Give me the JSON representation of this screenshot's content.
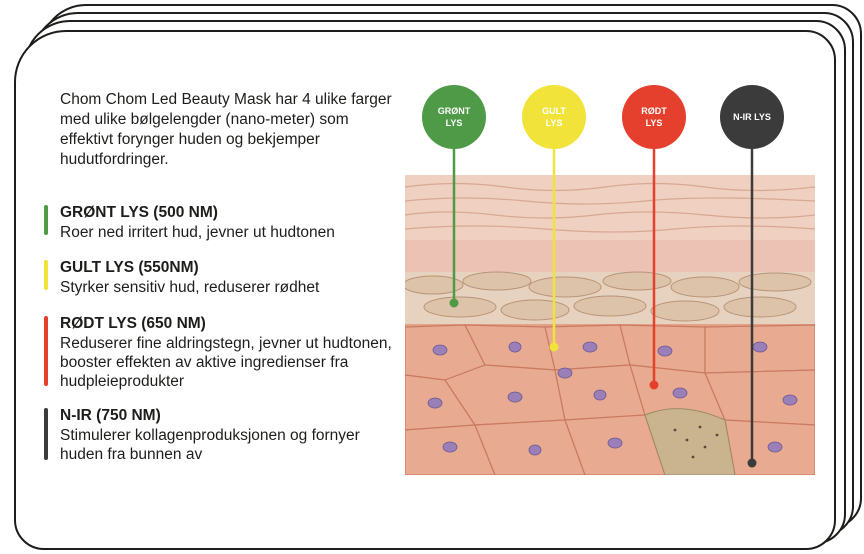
{
  "intro": "Chom Chom Led Beauty Mask har 4 ulike farger med ulike bølgelengder (nano-meter) som effektivt forynger huden og bekjemper hudutfordringer.",
  "lights": [
    {
      "title": "GRØNT LYS (500 NM)",
      "description": "Roer ned irritert hud, jevner ut hudtonen",
      "color": "#4f9a46",
      "marker_label": "GRØNT LYS"
    },
    {
      "title": "GULT LYS (550NM)",
      "description": "Styrker sensitiv hud, reduserer rødhet",
      "color": "#f2e33b",
      "marker_label": "GULT LYS"
    },
    {
      "title": "RØDT LYS (650 NM)",
      "description": "Reduserer fine aldringstegn, jevner ut hudtonen, booster effekten av aktive ingredienser fra hudpleieprodukter",
      "color": "#e4402d",
      "marker_label": "RØDT LYS"
    },
    {
      "title": "N-IR (750 NM)",
      "description": "Stimulerer kollagenproduksjonen og fornyer huden fra bunnen av",
      "color": "#3b3b3b",
      "marker_label": "N-IR LYS"
    }
  ],
  "skin_colors": {
    "stratum": "#efd0c1",
    "epidermis": "#ecc2b5",
    "basal": "#e6d2be",
    "dermis": "#e3a186",
    "cell_nucleus": "#9a7fb8"
  }
}
